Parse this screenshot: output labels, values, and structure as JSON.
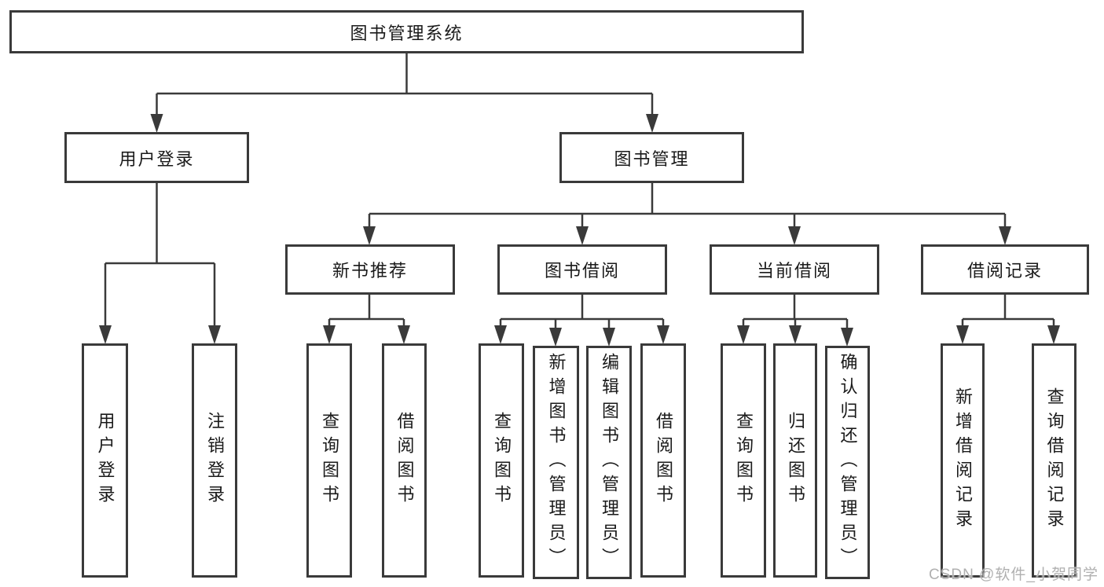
{
  "tree": {
    "label": "图书管理系统",
    "children": [
      {
        "label": "用户登录",
        "children": [
          {
            "label": "用户登录"
          },
          {
            "label": "注销登录"
          }
        ]
      },
      {
        "label": "图书管理",
        "children": [
          {
            "label": "新书推荐",
            "children": [
              {
                "label": "查询图书"
              },
              {
                "label": "借阅图书"
              }
            ]
          },
          {
            "label": "图书借阅",
            "children": [
              {
                "label": "查询图书"
              },
              {
                "label": "新增图书（管理员）"
              },
              {
                "label": "编辑图书（管理员）"
              },
              {
                "label": "借阅图书"
              }
            ]
          },
          {
            "label": "当前借阅",
            "children": [
              {
                "label": "查询图书"
              },
              {
                "label": "归还图书"
              },
              {
                "label": "确认归还（管理员）"
              }
            ]
          },
          {
            "label": "借阅记录",
            "children": [
              {
                "label": "新增借阅记录"
              },
              {
                "label": "查询借阅记录"
              }
            ]
          }
        ]
      }
    ]
  },
  "watermark": "CSDN @软件_小贺同学",
  "colors": {
    "line": "#3a3a3a",
    "text": "#1a1a1a",
    "watermark_gray": "#b0b0b0",
    "background": "#ffffff"
  }
}
